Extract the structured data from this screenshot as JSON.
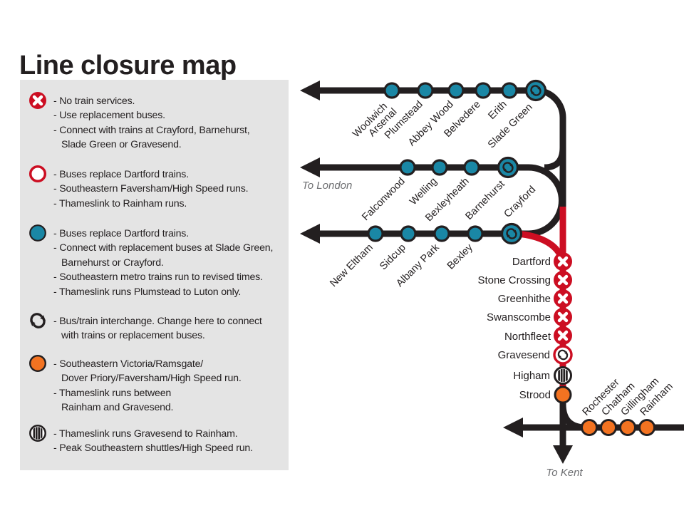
{
  "title": "Line closure map",
  "colors": {
    "line_black": "#231f20",
    "closure_red": "#cc0e22",
    "station_teal": "#1a87a5",
    "southeastern_orange": "#f37321",
    "legend_background": "#e4e4e4",
    "direction_text_grey": "#6d6e71"
  },
  "legend": {
    "items": [
      {
        "icon": "no-service-icon",
        "lines": [
          "- No train services.",
          "- Use replacement buses.",
          "- Connect with trains at Crayford, Barnehurst,",
          "Slade Green or Gravesend."
        ]
      },
      {
        "icon": "buses-replace-ring-icon",
        "lines": [
          "- Buses replace Dartford trains.",
          "- Southeastern Faversham/High Speed runs.",
          "- Thameslink to Rainham runs."
        ]
      },
      {
        "icon": "buses-replace-station-icon",
        "lines": [
          "- Buses replace Dartford trains.",
          "- Connect with replacement buses at Slade Green,",
          "Barnehurst or Crayford.",
          "- Southeastern metro trains run to revised times.",
          "- Thameslink runs Plumstead to Luton only."
        ]
      },
      {
        "icon": "bus-train-interchange-icon",
        "lines": [
          "- Bus/train interchange. Change here to connect",
          "with trains or replacement buses."
        ]
      },
      {
        "icon": "southeastern-station-icon",
        "lines": [
          "- Southeastern Victoria/Ramsgate/",
          "Dover Priory/Faversham/High Speed run.",
          "- Thameslink runs between",
          "Rainham and Gravesend."
        ]
      },
      {
        "icon": "thameslink-station-icon",
        "lines": [
          "- Thameslink runs Gravesend to Rainham.",
          "- Peak Southeastern shuttles/High Speed run."
        ]
      }
    ]
  },
  "map": {
    "to_london_label": "To London",
    "to_kent_label": "To Kent",
    "stations": {
      "woolwich_arsenal_line1": "Woolwich",
      "woolwich_arsenal_line2": "Arsenal",
      "plumstead": "Plumstead",
      "abbey_wood": "Abbey Wood",
      "belvedere": "Belvedere",
      "erith": "Erith",
      "slade_green": "Slade Green",
      "falconwood": "Falconwood",
      "welling": "Welling",
      "bexleyheath": "Bexleyheath",
      "barnehurst": "Barnehurst",
      "new_eltham": "New Eltham",
      "sidcup": "Sidcup",
      "albany_park": "Albany Park",
      "bexley": "Bexley",
      "crayford": "Crayford",
      "dartford": "Dartford",
      "stone_crossing": "Stone Crossing",
      "greenhithe": "Greenhithe",
      "swanscombe": "Swanscombe",
      "northfleet": "Northfleet",
      "gravesend": "Gravesend",
      "higham": "Higham",
      "strood": "Strood",
      "rochester": "Rochester",
      "chatham": "Chatham",
      "gillingham": "Gillingham",
      "rainham": "Rainham"
    }
  }
}
